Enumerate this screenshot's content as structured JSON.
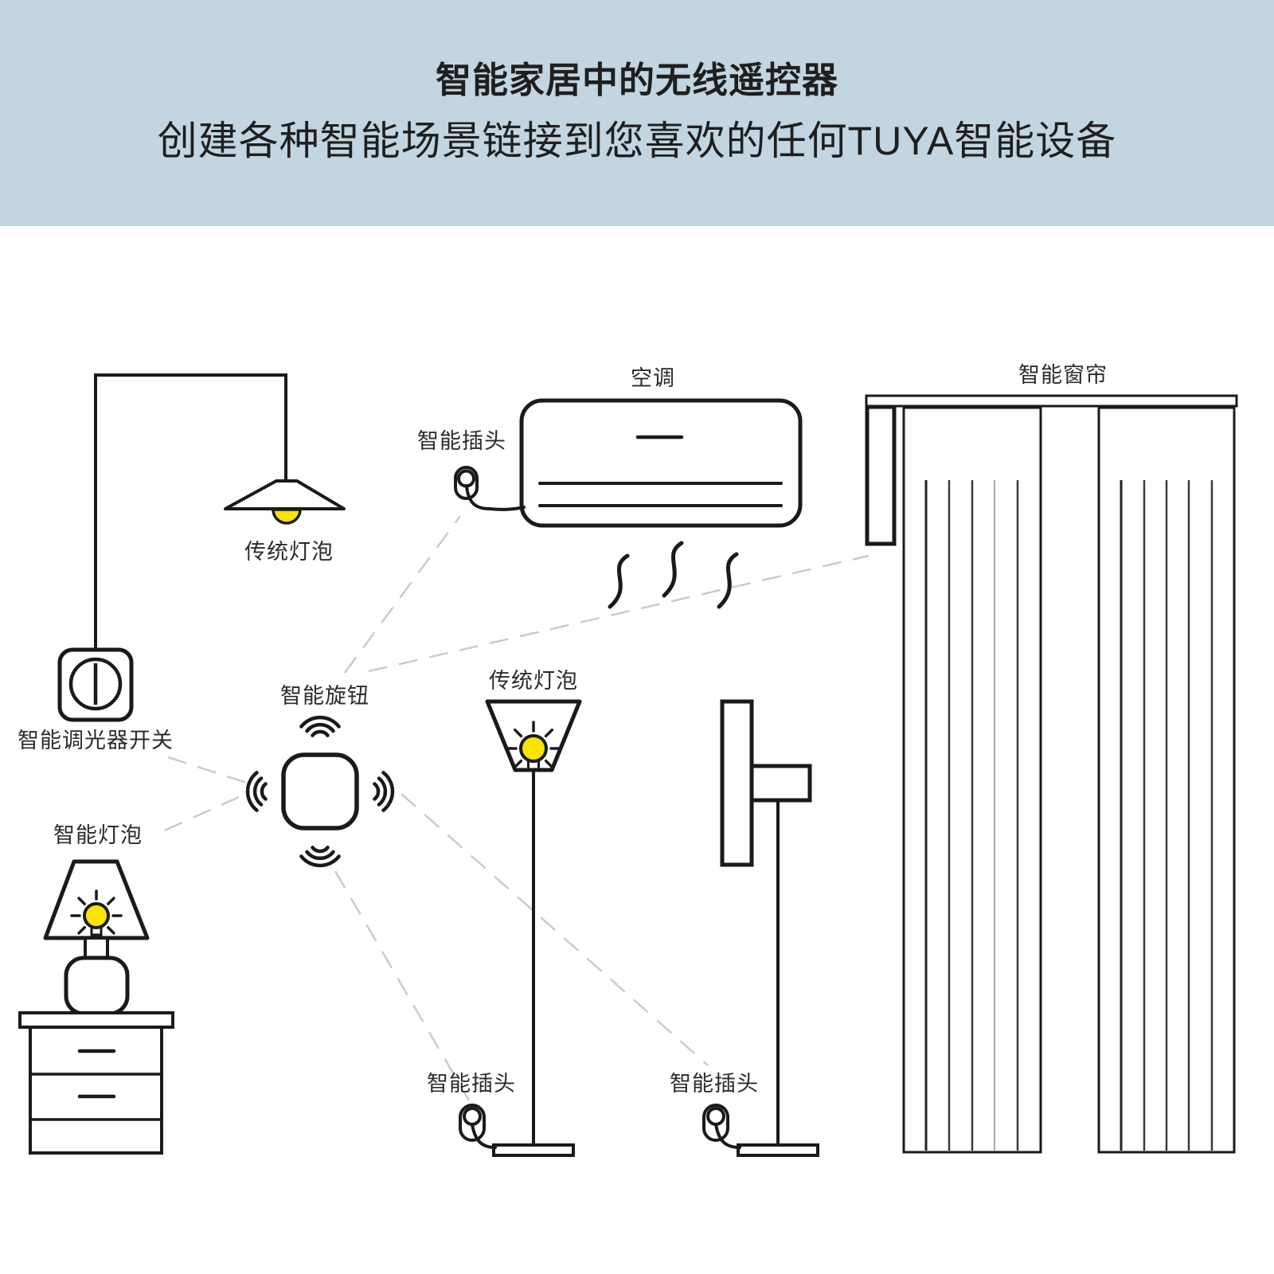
{
  "header": {
    "title": "智能家居中的无线遥控器",
    "subtitle": "创建各种智能场景链接到您喜欢的任何TUYA智能设备"
  },
  "diagram": {
    "labels": {
      "air_conditioner": "空调",
      "smart_curtain": "智能窗帘",
      "smart_plug_ac": "智能插头",
      "traditional_bulb_pendant": "传统灯泡",
      "traditional_bulb_floor_lamp": "传统灯泡",
      "smart_knob": "智能旋钮",
      "smart_dimmer_switch": "智能调光器开关",
      "smart_bulb": "智能灯泡",
      "smart_plug_floor_lamp": "智能插头",
      "smart_plug_fan": "智能插头"
    },
    "colors": {
      "header_bg": "#c2d5e0",
      "line_black": "#1a1a1a",
      "dashed_link_gray": "#cbcbcb",
      "bulb_yellow": "#f9e300"
    }
  }
}
